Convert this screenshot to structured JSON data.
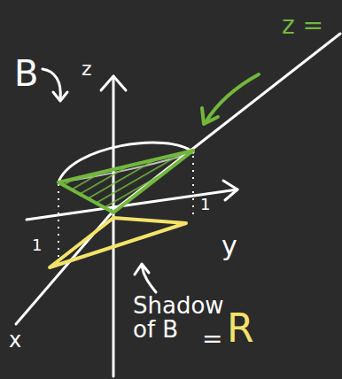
{
  "diagram": {
    "labels": [
      "B",
      "z",
      "z =",
      "1",
      "1",
      "y",
      "x",
      "Shadow of B",
      "=",
      "R"
    ]
  }
}
